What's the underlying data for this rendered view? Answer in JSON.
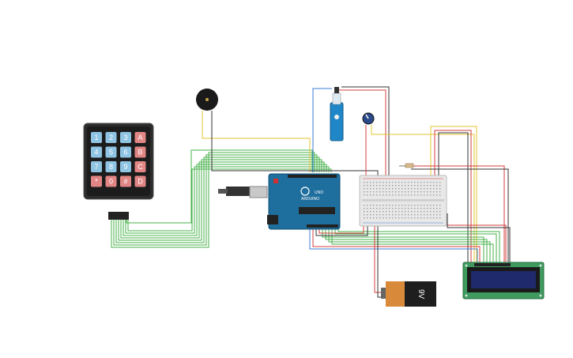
{
  "keypad": {
    "keys": [
      "1",
      "2",
      "3",
      "A",
      "4",
      "5",
      "6",
      "B",
      "7",
      "8",
      "9",
      "C",
      "*",
      "0",
      "#",
      "D"
    ],
    "number_color": "#8fc4e3",
    "letter_color": "#e28585"
  },
  "battery": {
    "label": "9V"
  },
  "arduino": {
    "logo_text": "UNO",
    "brand_text": "ARDUINO"
  },
  "colors": {
    "wire_green": "#46b04a",
    "wire_yellow": "#e6c532",
    "wire_red": "#d43c3c",
    "wire_black": "#333333",
    "wire_blue": "#3b7bd8",
    "wire_orange": "#e8873a",
    "board_blue": "#1f6f9e",
    "lcd_green": "#3e9a5e",
    "lcd_screen": "#1e2a6b"
  }
}
